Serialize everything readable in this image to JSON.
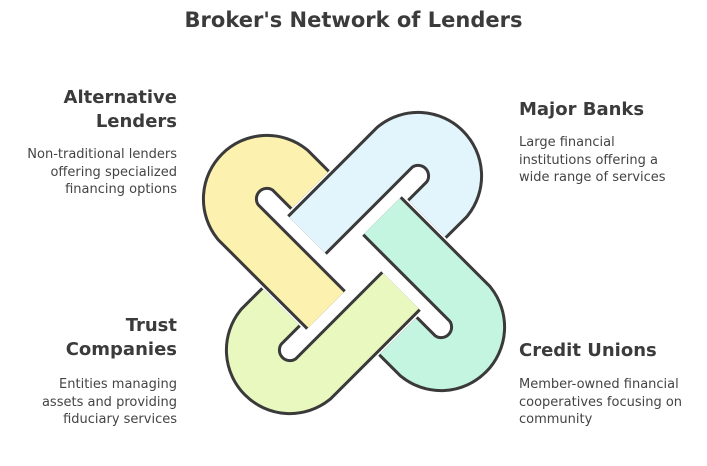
{
  "title": "Broker's Network of Lenders",
  "items": [
    {
      "heading": "Alternative Lenders",
      "description": "Non-traditional lenders offering specialized financing options",
      "color": "#fcf1ae"
    },
    {
      "heading": "Major Banks",
      "description": "Large financial institutions offering a wide range of services",
      "color": "#e2f4fc"
    },
    {
      "heading": "Credit Unions",
      "description": "Member-owned financial cooperatives focusing on community",
      "color": "#c4f5e1"
    },
    {
      "heading": "Trust Companies",
      "description": "Entities managing assets and providing fiduciary services",
      "color": "#e8f8bf"
    }
  ],
  "outline_color": "#3a3a3a"
}
